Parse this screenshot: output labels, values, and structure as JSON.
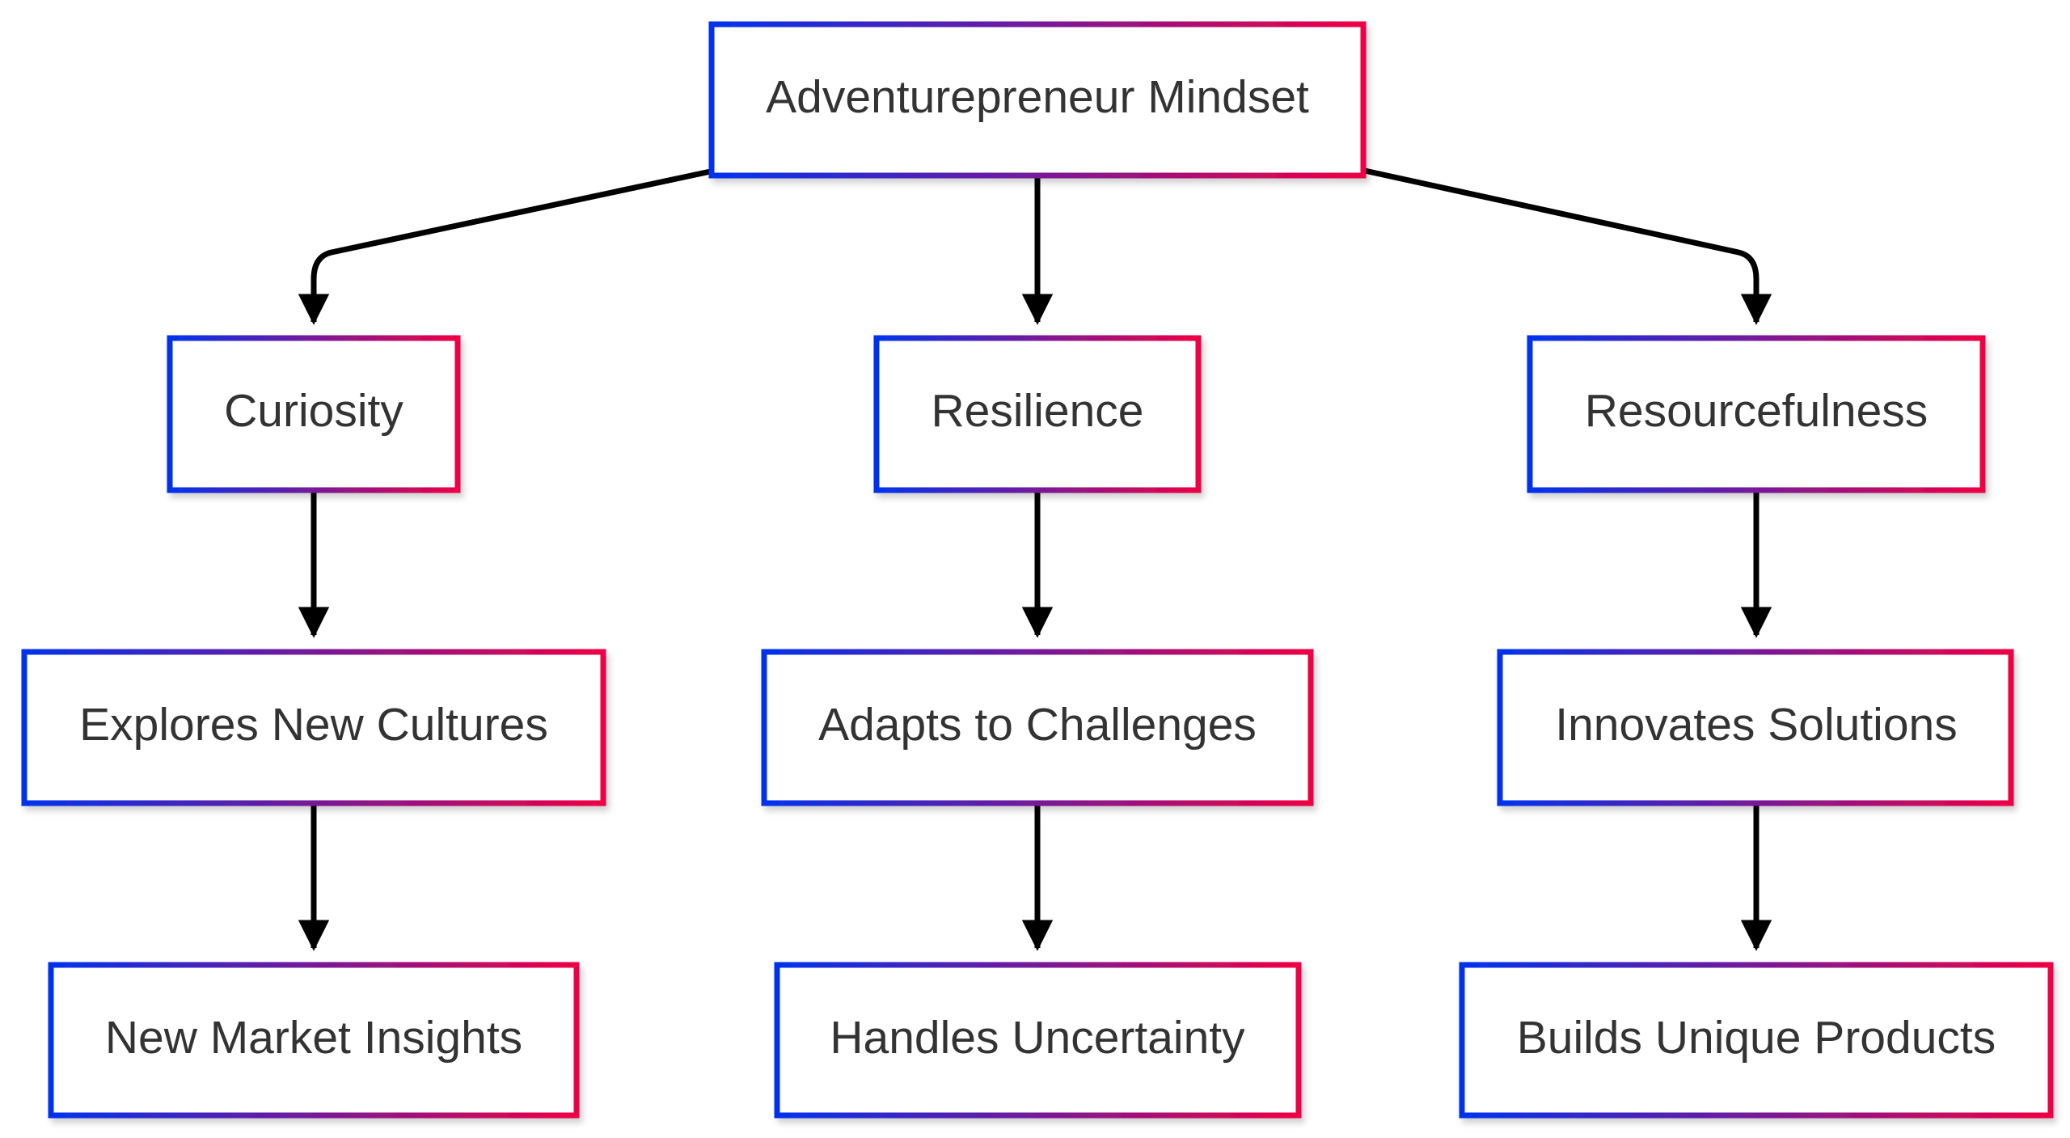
{
  "diagram": {
    "node_border_gradient": [
      "#0033ee",
      "#ee0044"
    ],
    "node_fill": "#ffffff",
    "edge_color": "#000000",
    "text_color": "#333333",
    "nodes": {
      "root": {
        "label": "Adventurepreneur Mindset"
      },
      "curiosity": {
        "label": "Curiosity"
      },
      "resilience": {
        "label": "Resilience"
      },
      "resourcefulness": {
        "label": "Resourcefulness"
      },
      "explores": {
        "label": "Explores New Cultures"
      },
      "adapts": {
        "label": "Adapts to Challenges"
      },
      "innovates": {
        "label": "Innovates Solutions"
      },
      "insights": {
        "label": "New Market Insights"
      },
      "uncertainty": {
        "label": "Handles Uncertainty"
      },
      "products": {
        "label": "Builds Unique Products"
      }
    },
    "edges": [
      {
        "from": "root",
        "to": "curiosity"
      },
      {
        "from": "root",
        "to": "resilience"
      },
      {
        "from": "root",
        "to": "resourcefulness"
      },
      {
        "from": "curiosity",
        "to": "explores"
      },
      {
        "from": "resilience",
        "to": "adapts"
      },
      {
        "from": "resourcefulness",
        "to": "innovates"
      },
      {
        "from": "explores",
        "to": "insights"
      },
      {
        "from": "adapts",
        "to": "uncertainty"
      },
      {
        "from": "innovates",
        "to": "products"
      }
    ]
  }
}
